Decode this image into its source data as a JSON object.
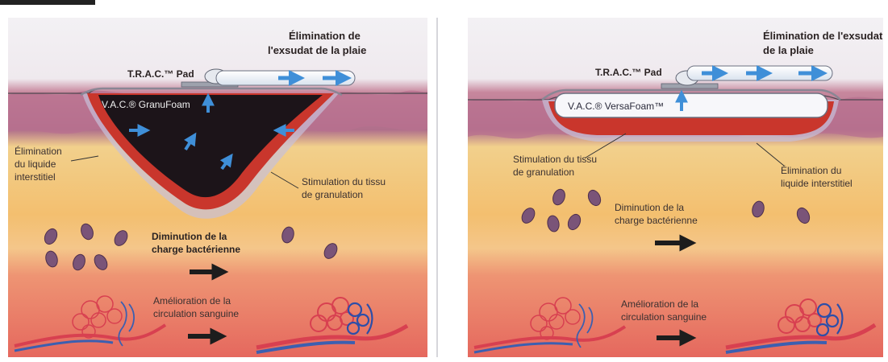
{
  "left_panel": {
    "exudate_label_line1": "Élimination de",
    "exudate_label_line2": "l'exsudat de la plaie",
    "pad_label": "T.R.A.C.™ Pad",
    "foam_label": "V.A.C.® GranuFoam",
    "fluid_label_line1": "Élimination",
    "fluid_label_line2": "du liquide",
    "fluid_label_line3": "interstitiel",
    "granulation_label_line1": "Stimulation du tissu",
    "granulation_label_line2": "de granulation",
    "bacteria_label_line1": "Diminution de la",
    "bacteria_label_line2": "charge bactérienne",
    "circulation_label_line1": "Amélioration de la",
    "circulation_label_line2": "circulation sanguine"
  },
  "right_panel": {
    "exudate_label_line1": "Élimination de l'exsudat",
    "exudate_label_line2": "de la plaie",
    "pad_label": "T.R.A.C.™ Pad",
    "foam_label": "V.A.C.® VersaFoam™",
    "granulation_label_line1": "Stimulation du tissu",
    "granulation_label_line2": "de granulation",
    "fluid_label_line1": "Élimination du",
    "fluid_label_line2": "liquide interstitiel",
    "bacteria_label_line1": "Diminution de la",
    "bacteria_label_line2": "charge bactérienne",
    "circulation_label_line1": "Amélioration de la",
    "circulation_label_line2": "circulation sanguine"
  },
  "colors": {
    "skin_top": "#c98aa0",
    "fat_layer": "#f2c27a",
    "muscle_layer": "#e7796a",
    "granulation_red": "#c9362c",
    "foam_dark": "#1c1419",
    "arrow_blue": "#3f8fd8",
    "bacteria_purple": "#7a5478"
  }
}
